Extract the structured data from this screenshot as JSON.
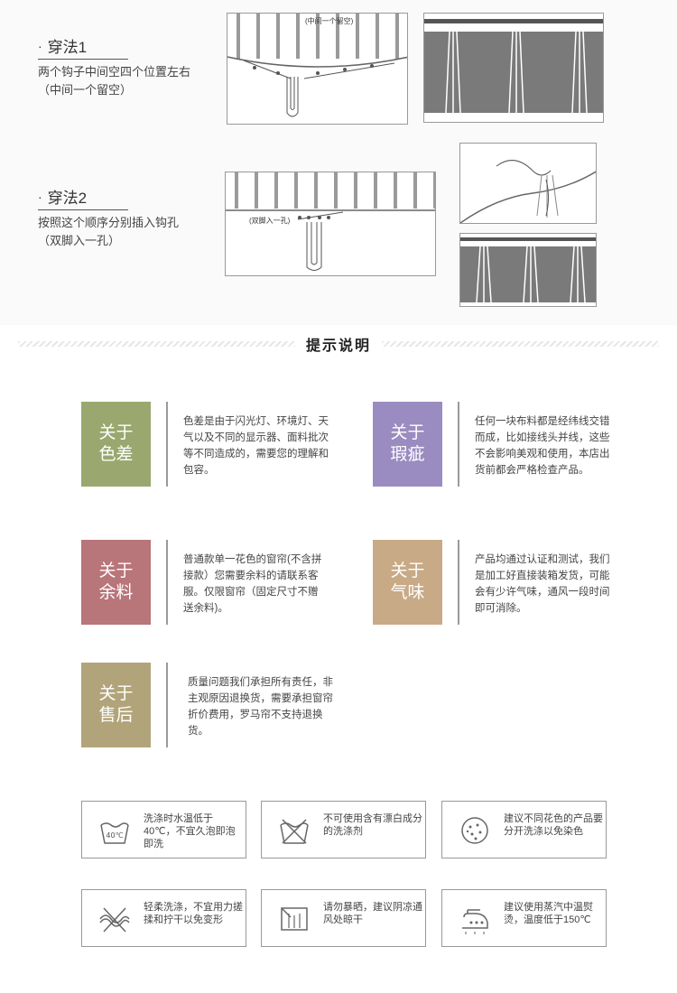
{
  "methods": [
    {
      "title": "穿法1",
      "line1": "两个钩子中间空四个位置左右",
      "line2": "（中间一个留空）",
      "label": "(中间一个留空)"
    },
    {
      "title": "穿法2",
      "line1": "按照这个顺序分别插入钩孔",
      "line2": "（双脚入一孔）",
      "label": "(双脚入一孔)"
    }
  ],
  "dot": "·",
  "heading": "提示说明",
  "tips": [
    {
      "label1": "关于",
      "label2": "色差",
      "color": "#9aa86f",
      "text": "色差是由于闪光灯、环境灯、天气以及不同的显示器、面料批次等不同造成的，需要您的理解和包容。"
    },
    {
      "label1": "关于",
      "label2": "瑕疵",
      "color": "#9a8cc0",
      "text": "任何一块布料都是经纬线交错而成，比如接线头并线，这些不会影响美观和使用，本店出货前都会严格检查产品。"
    },
    {
      "label1": "关于",
      "label2": "余料",
      "color": "#b8757a",
      "text": "普通款单一花色的窗帘(不含拼接款）您需要余料的请联系客服。仅限窗帘（固定尺寸不赠送余料)。"
    },
    {
      "label1": "关于",
      "label2": "气味",
      "color": "#c8aa86",
      "text": "产品均通过认证和测试，我们是加工好直接装箱发货，可能会有少许气味，通风一段时间即可消除。"
    },
    {
      "label1": "关于",
      "label2": "售后",
      "color": "#b2a47a",
      "text": "质量问题我们承担所有责任，非主观原因退换货，需要承担窗帘折价费用，罗马帘不支持退换货。"
    }
  ],
  "care": [
    {
      "icon": "wash-40-icon",
      "icon_text": "40℃",
      "text": "洗涤时水温低于40℃，不宜久泡即泡即洗"
    },
    {
      "icon": "no-bleach-icon",
      "text": "不可使用含有漂白成分的洗涤剂"
    },
    {
      "icon": "separate-wash-icon",
      "text": "建议不同花色的产品要分开洗涤以免染色"
    },
    {
      "icon": "no-wring-icon",
      "text": "轻柔洗涤，不宜用力搓揉和拧干以免变形"
    },
    {
      "icon": "shade-dry-icon",
      "text": "请勿暴晒，建议阴凉通风处晾干"
    },
    {
      "icon": "steam-iron-icon",
      "text": "建议使用蒸汽中温熨烫，温度低于150℃"
    }
  ]
}
